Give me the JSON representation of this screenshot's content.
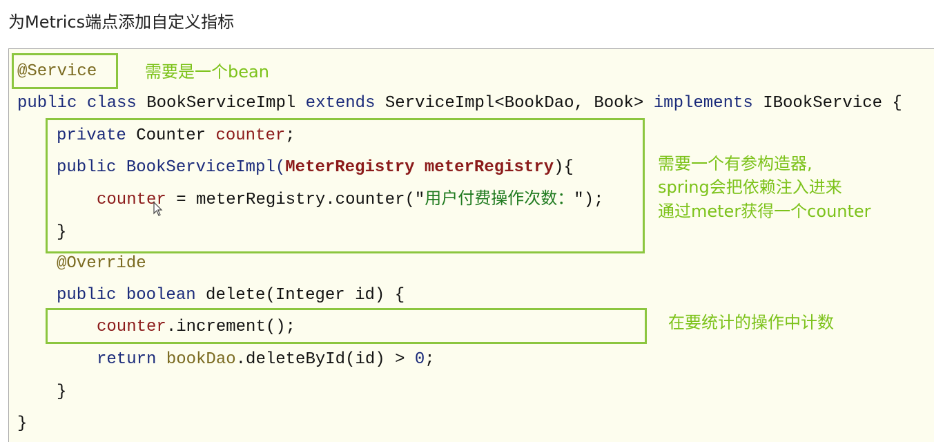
{
  "title": "为Metrics端点添加自定义指标",
  "code": {
    "l1": "@Service",
    "l2a": "public class",
    "l2b": " BookServiceImpl ",
    "l2c": "extends",
    "l2d": " ServiceImpl<BookDao, Book> ",
    "l2e": "implements",
    "l2f": " IBookService {",
    "l3a": "private",
    "l3b": " Counter ",
    "l3c": "counter",
    "l3d": ";",
    "l4a": "public",
    "l4b": " BookServiceImpl(",
    "l4c": "MeterRegistry meterRegistry",
    "l4d": "){",
    "l5a": "counter",
    "l5b": " = meterRegistry.counter(\"",
    "l5c": "用户付费操作次数：",
    "l5d": "\");",
    "l6": "}",
    "l7": "@Override",
    "l8a": "public boolean",
    "l8b": " delete(Integer id) {",
    "l9a": "counter",
    "l9b": ".increment();",
    "l10a": "return",
    "l10b": " bookDao",
    "l10c": ".deleteById(id) > ",
    "l10d": "0",
    "l10e": ";",
    "l11": "}",
    "l12": "}"
  },
  "notes": {
    "bean": "需要是一个bean",
    "ctor1": "需要一个有参构造器,",
    "ctor2": "spring会把依赖注入进来",
    "ctor3": "通过meter获得一个counter",
    "count": "在要统计的操作中计数"
  },
  "colors": {
    "highlight": "#8cc63f",
    "note": "#7cc21a"
  }
}
